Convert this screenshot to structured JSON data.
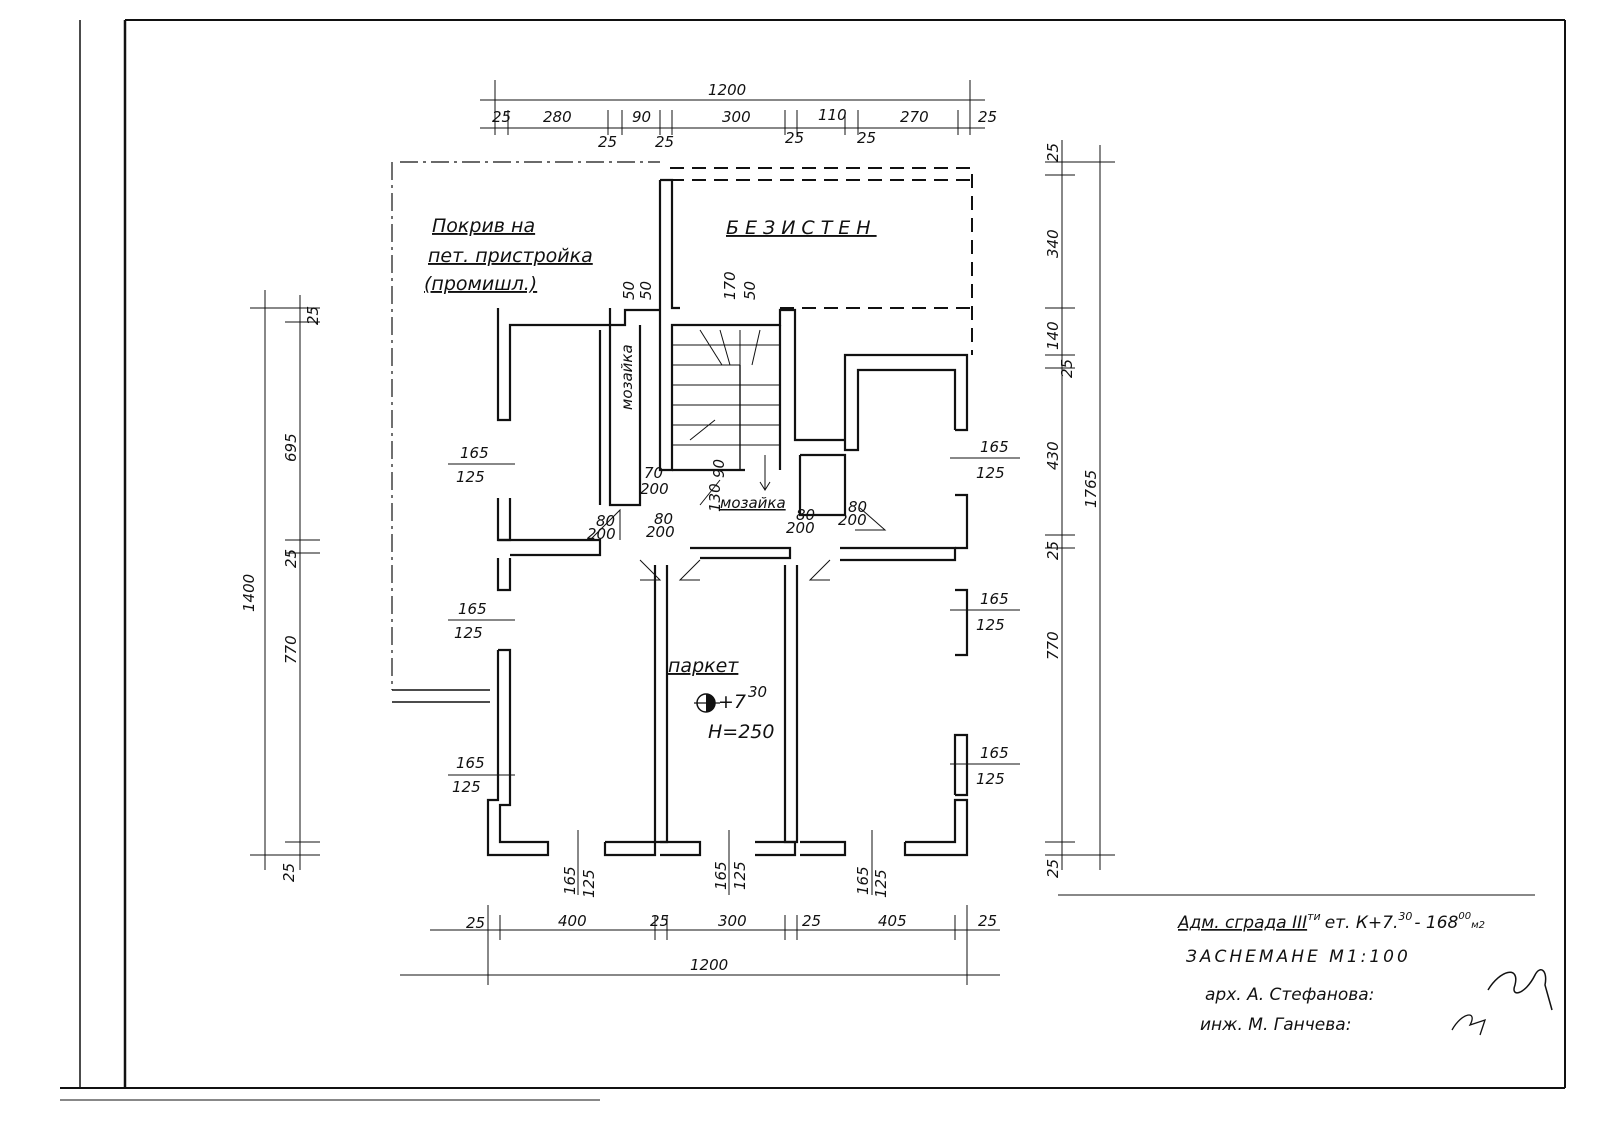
{
  "labels": {
    "roof": [
      "Покрив на",
      "пет. пристройка",
      "(промишл.)"
    ],
    "attic": "БЕЗИСТЕН",
    "mosaic_left": "мозайка",
    "mosaic_center": "мозайка",
    "floor": "паркет",
    "elevation": "+7",
    "elevation_sup": "30",
    "height": "H=250"
  },
  "dims": {
    "top_total": "1200",
    "top_segments": [
      "25",
      "280",
      "25",
      "90",
      "25",
      "300",
      "25",
      "110",
      "25",
      "270",
      "25"
    ],
    "bottom_total": "1200",
    "bottom_segments": [
      "25",
      "400",
      "25",
      "300",
      "25",
      "405",
      "25"
    ],
    "left_total": "1400",
    "left_segments": [
      "25",
      "695",
      "25",
      "770",
      "25"
    ],
    "right_total": "1765",
    "right_segments": [
      "25",
      "340",
      "140",
      "25",
      "430",
      "25",
      "770",
      "25"
    ],
    "window_left": [
      [
        "165",
        "125"
      ],
      [
        "165",
        "125"
      ],
      [
        "165",
        "125"
      ]
    ],
    "window_right": [
      [
        "165",
        "125"
      ],
      [
        "165",
        "125"
      ],
      [
        "165",
        "125"
      ]
    ],
    "window_bottom": [
      [
        "165",
        "125"
      ],
      [
        "165",
        "125"
      ],
      [
        "165",
        "125"
      ]
    ],
    "door_small": [
      "170",
      "50"
    ],
    "door_small2": [
      "50",
      "50"
    ],
    "doors": [
      "80",
      "200",
      "80",
      "200",
      "80",
      "200",
      "80",
      "200",
      "70",
      "200",
      "90",
      "130"
    ]
  },
  "title_block": {
    "line1": "Адм. сграда III",
    "line1_sup": "ти",
    "line1_rest": "ет. К+7.",
    "line1_sup2": "30",
    "line1_area": "- 168",
    "line1_sup3": "00",
    "line1_unit": "м2",
    "line2": "ЗАСНЕМАНЕ М1:100",
    "line3": "арх. А. Стефанова:",
    "line4": "инж. М. Ганчева:"
  }
}
